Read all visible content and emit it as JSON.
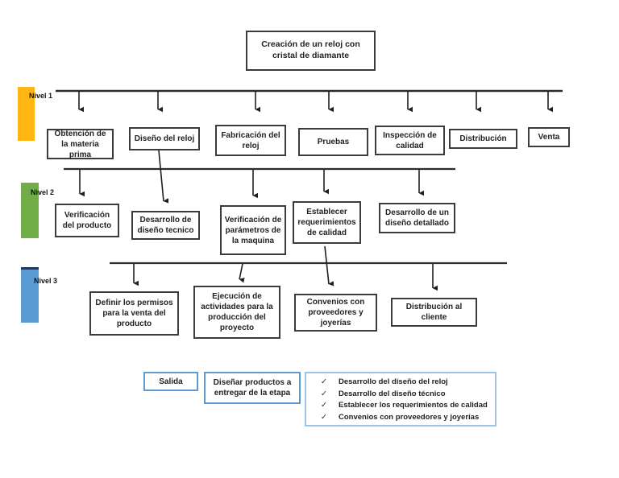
{
  "title_box": {
    "label": "Creación de un reloj con cristal de diamante"
  },
  "levels": [
    {
      "label": "Nivel 1",
      "bar_color": "#FFB612",
      "boxes": [
        {
          "label": "Obtención de la materia prima"
        },
        {
          "label": "Diseño del reloj"
        },
        {
          "label": "Fabricación del reloj"
        },
        {
          "label": "Pruebas"
        },
        {
          "label": "Inspección de calidad"
        },
        {
          "label": "Distribución"
        },
        {
          "label": "Venta"
        }
      ]
    },
    {
      "label": "Nivel 2",
      "bar_color": "#70AD47",
      "boxes": [
        {
          "label": "Verificación del producto"
        },
        {
          "label": "Desarrollo de diseño tecnico"
        },
        {
          "label": "Verificación de parámetros de la maquina"
        },
        {
          "label": "Establecer requerimientos de calidad"
        },
        {
          "label": "Desarrollo de un diseño detallado"
        }
      ]
    },
    {
      "label": "Nivel 3",
      "bar_color": "#5B9BD5",
      "boxes": [
        {
          "label": "Definir los permisos para la venta del producto"
        },
        {
          "label": "Ejecución de actividades para la producción del proyecto"
        },
        {
          "label": "Convenios con proveedores y joyerías"
        },
        {
          "label": "Distribución al cliente"
        }
      ]
    }
  ],
  "output_section": {
    "salida_label": "Salida",
    "deliverable_label": "Diseñar productos a entregar de la etapa",
    "check_icon": "✓",
    "checklist": [
      "Desarrollo del diseño del reloj",
      "Desarrollo del diseño técnico",
      "Establecer los requerimientos de calidad",
      "Convenios con proveedores y joyerías"
    ]
  },
  "colors": {
    "level1_bar": "#FFB612",
    "level2_bar": "#70AD47",
    "level3_bar": "#5B9BD5",
    "level3_bar_top": "#1F3864",
    "box_border": "#3B3B3B",
    "blue_border": "#5B9BD5",
    "light_blue_border": "#9DC3E6",
    "connector": "#2B2B2B"
  }
}
